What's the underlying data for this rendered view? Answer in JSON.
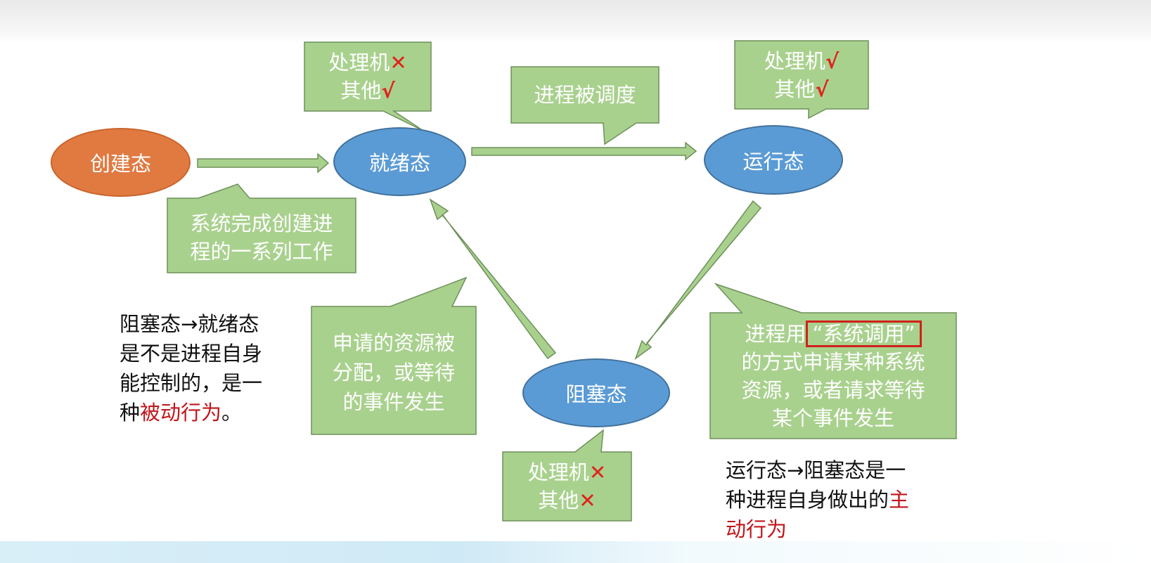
{
  "states": {
    "create": "创建态",
    "ready": "就绪态",
    "running": "运行态",
    "blocked": "阻塞态"
  },
  "callouts": {
    "ready_resources": {
      "line1_prefix": "处理机",
      "line1_mark": "✕",
      "line2_prefix": "其他",
      "line2_mark": "√"
    },
    "running_resources": {
      "line1_prefix": "处理机",
      "line1_mark": "√",
      "line2_prefix": "其他",
      "line2_mark": "√"
    },
    "blocked_resources": {
      "line1_prefix": "处理机",
      "line1_mark": "✕",
      "line2_prefix": "其他",
      "line2_mark": "✕"
    },
    "scheduled": "进程被调度",
    "create_done": {
      "line1": "系统完成创建进",
      "line2": "程的一系列工作"
    },
    "resource_granted": {
      "line1": "申请的资源被",
      "line2": "分配，或等待",
      "line3": "的事件发生"
    },
    "syscall": {
      "line1_prefix": "进程用",
      "line1_highlight": "“系统调用”",
      "line2": "的方式申请某种系统",
      "line3": "资源，或者请求等待",
      "line4": "某个事件发生"
    }
  },
  "notes": {
    "blocked_to_ready": {
      "line1": "阻塞态→就绪态",
      "line2": "是不是进程自身",
      "line3": "能控制的，是一",
      "line4_prefix": "种",
      "line4_red": "被动行为",
      "line4_suffix": "。"
    },
    "running_to_blocked": {
      "line1": "运行态→阻塞态是一",
      "line2_prefix": "种进程自身做出的",
      "line2_red": "主",
      "line3_red": "动行为"
    }
  },
  "colors": {
    "ellipse_blue": "#5b9bd5",
    "ellipse_orange": "#e07a41",
    "callout_green": "#a9d18e",
    "callout_border": "#6e8f5a",
    "accent_red": "#c0161b"
  }
}
